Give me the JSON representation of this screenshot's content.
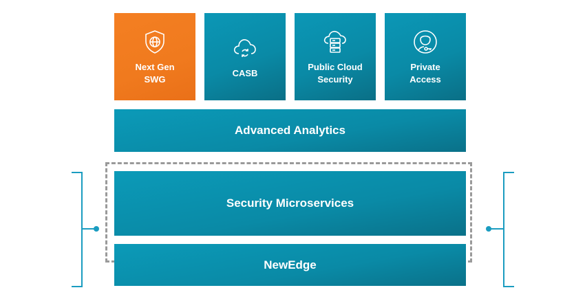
{
  "tiles": [
    {
      "label_lines": [
        "Next Gen",
        "SWG"
      ],
      "icon": "shield-globe-icon"
    },
    {
      "label_lines": [
        "CASB"
      ],
      "icon": "cloud-sync-icon"
    },
    {
      "label_lines": [
        "Public Cloud",
        "Security"
      ],
      "icon": "cloud-server-icon"
    },
    {
      "label_lines": [
        "Private",
        "Access"
      ],
      "icon": "user-key-icon"
    }
  ],
  "layers": {
    "analytics": "Advanced Analytics",
    "microservices": "Security Microservices",
    "newedge": "NewEdge"
  },
  "colors": {
    "accent_orange": "#f47f22",
    "teal": "#0a8aa6",
    "bracket": "#1a9cc0",
    "dashed_border": "#9a9a9a"
  }
}
